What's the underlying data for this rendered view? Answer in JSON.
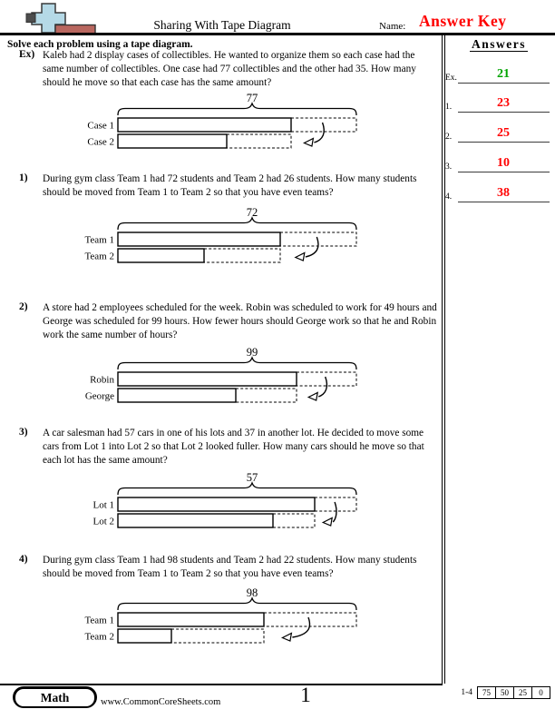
{
  "header": {
    "title": "Sharing With Tape Diagram",
    "name_label": "Name:",
    "answer_key": "Answer Key",
    "answer_key_color": "#ff0000"
  },
  "logo": {
    "cross_color": "#b5d9e6",
    "bar_color": "#b9675f",
    "outline_color": "#3a3a3a",
    "square_color": "#4d4d4d"
  },
  "instructions": "Solve each problem using a tape diagram.",
  "answers_panel": {
    "heading": "Answers",
    "entries": [
      {
        "label": "Ex.",
        "value": "21",
        "color": "#00a400"
      },
      {
        "label": "1.",
        "value": "23",
        "color": "#ff0000"
      },
      {
        "label": "2.",
        "value": "25",
        "color": "#ff0000"
      },
      {
        "label": "3.",
        "value": "10",
        "color": "#ff0000"
      },
      {
        "label": "4.",
        "value": "38",
        "color": "#ff0000"
      }
    ]
  },
  "problems": [
    {
      "number": "Ex)",
      "text": "Kaleb had 2 display cases of collectibles. He wanted to organize them so each case had the same number of collectibles. One case had 77 collectibles and the other had 35. How many should he move so that each case has the same amount?",
      "answer": "21",
      "diagram": {
        "type": "tape",
        "brace_label": "77",
        "total": 77,
        "larger": 77,
        "smaller": 35,
        "equal_share": 56,
        "moved": 21,
        "row1_label": "Case 1",
        "row2_label": "Case 2"
      }
    },
    {
      "number": "1)",
      "text": "During gym class Team 1 had 72 students and Team 2 had 26 students. How many students should be moved from Team 1 to Team 2 so that you have even teams?",
      "answer": "23",
      "diagram": {
        "type": "tape",
        "brace_label": "72",
        "total": 72,
        "larger": 72,
        "smaller": 26,
        "equal_share": 49,
        "moved": 23,
        "row1_label": "Team 1",
        "row2_label": "Team 2"
      }
    },
    {
      "number": "2)",
      "text": "A store had 2 employees scheduled for the week. Robin was scheduled to work for 49 hours and George was scheduled for 99 hours. How fewer hours should George work so that he and Robin work the same number of hours?",
      "answer": "25",
      "diagram": {
        "type": "tape",
        "brace_label": "99",
        "total": 99,
        "larger": 99,
        "smaller": 49,
        "equal_share": 74,
        "moved": 25,
        "row1_label": "Robin",
        "row2_label": "George"
      }
    },
    {
      "number": "3)",
      "text": "A car salesman had 57 cars in one of his lots and 37 in another lot. He decided to move some cars from Lot 1 into Lot 2 so that Lot 2 looked fuller. How many cars should he move so that each lot has the same amount?",
      "answer": "10",
      "diagram": {
        "type": "tape",
        "brace_label": "57",
        "total": 57,
        "larger": 57,
        "smaller": 37,
        "equal_share": 47,
        "moved": 10,
        "row1_label": "Lot 1",
        "row2_label": "Lot 2"
      }
    },
    {
      "number": "4)",
      "text": "During gym class Team 1 had 98 students and Team 2 had 22 students. How many students should be moved from Team 1 to Team 2 so that you have even teams?",
      "answer": "38",
      "diagram": {
        "type": "tape",
        "brace_label": "98",
        "total": 98,
        "larger": 98,
        "smaller": 22,
        "equal_share": 60,
        "moved": 38,
        "row1_label": "Team 1",
        "row2_label": "Team 2"
      }
    }
  ],
  "footer": {
    "brand": "Math",
    "website": "www.CommonCoreSheets.com",
    "page_number": "1",
    "score_range": "1-4",
    "score_cells": [
      "75",
      "50",
      "25",
      "0"
    ]
  }
}
